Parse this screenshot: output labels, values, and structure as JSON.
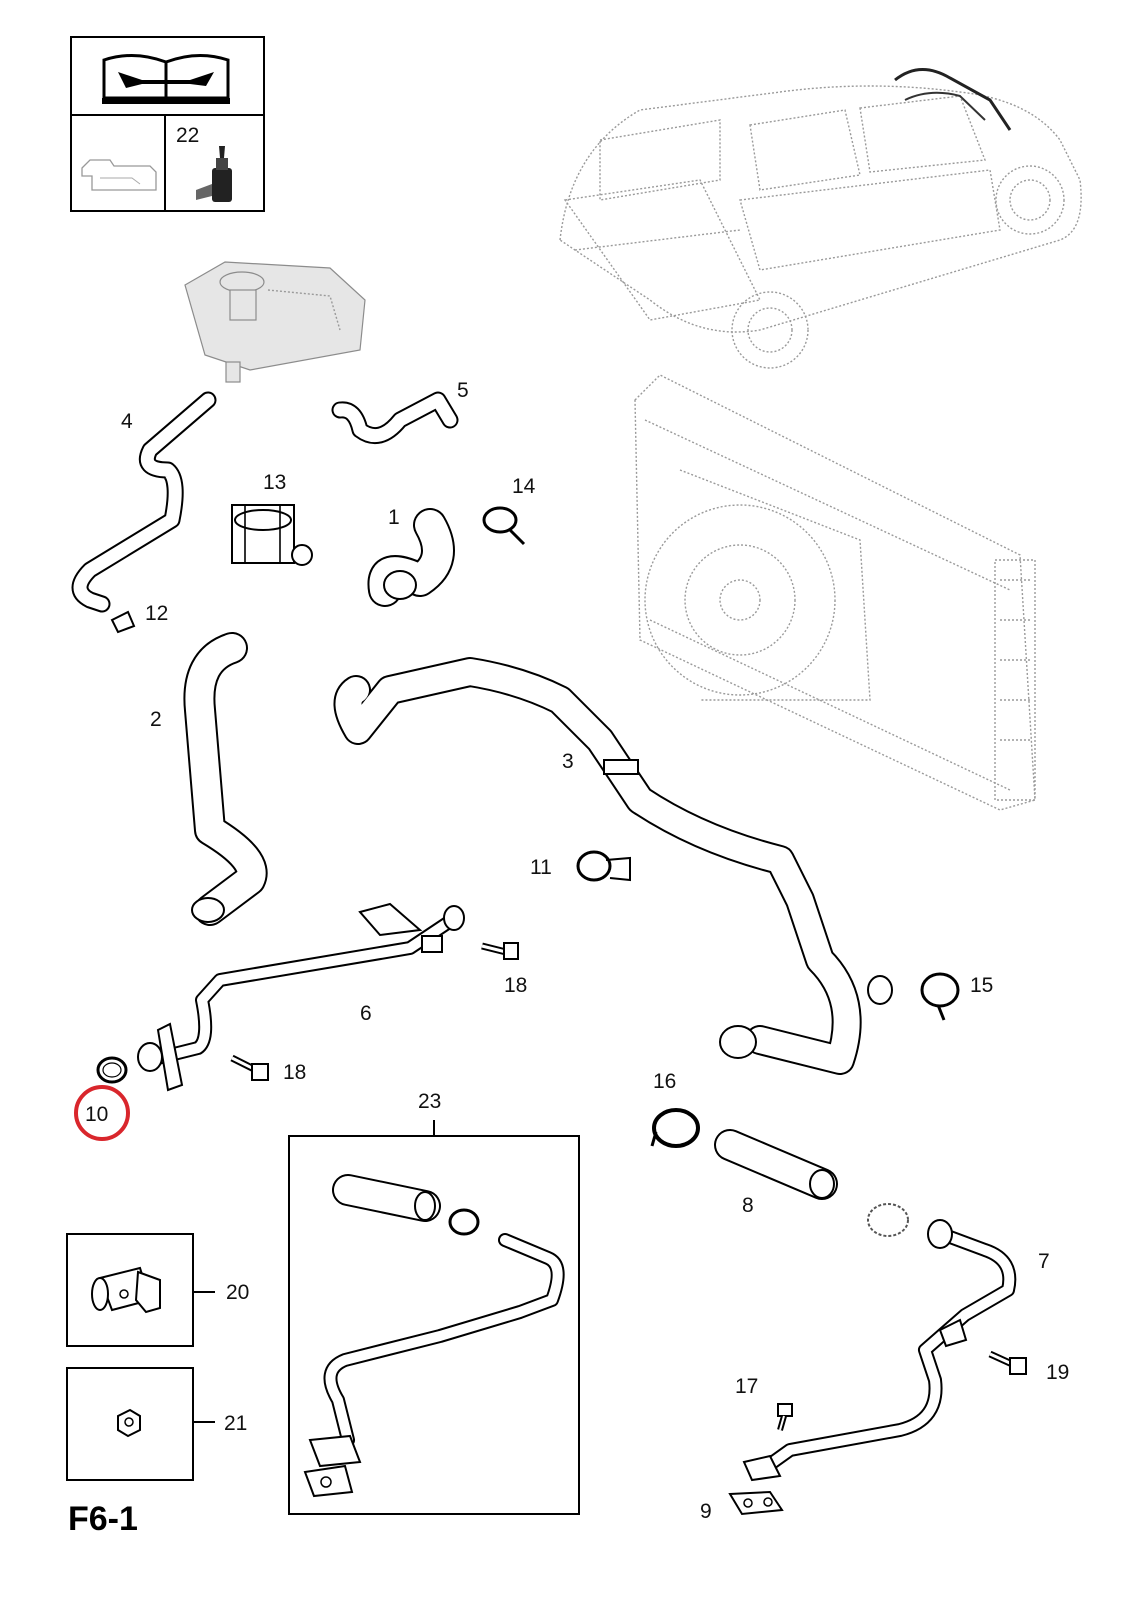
{
  "figure_code": "F6-1",
  "icons": {
    "manual": "manual-wrench-icon",
    "service_fill": "coolant-fill-icon",
    "fluid": "fluid-bottle-icon"
  },
  "highlight_color": "#d9262c",
  "header_box": {
    "fluid_ref": "22"
  },
  "callouts": {
    "p1": "1",
    "p2": "2",
    "p3": "3",
    "p4": "4",
    "p5": "5",
    "p6": "6",
    "p7": "7",
    "p8": "8",
    "p9": "9",
    "p10": "10",
    "p11": "11",
    "p12": "12",
    "p13": "13",
    "p14": "14",
    "p15": "15",
    "p16": "16",
    "p17": "17",
    "p18a": "18",
    "p18b": "18",
    "p19": "19",
    "p20": "20",
    "p21": "21",
    "p23": "23"
  },
  "highlighted_part": "10"
}
